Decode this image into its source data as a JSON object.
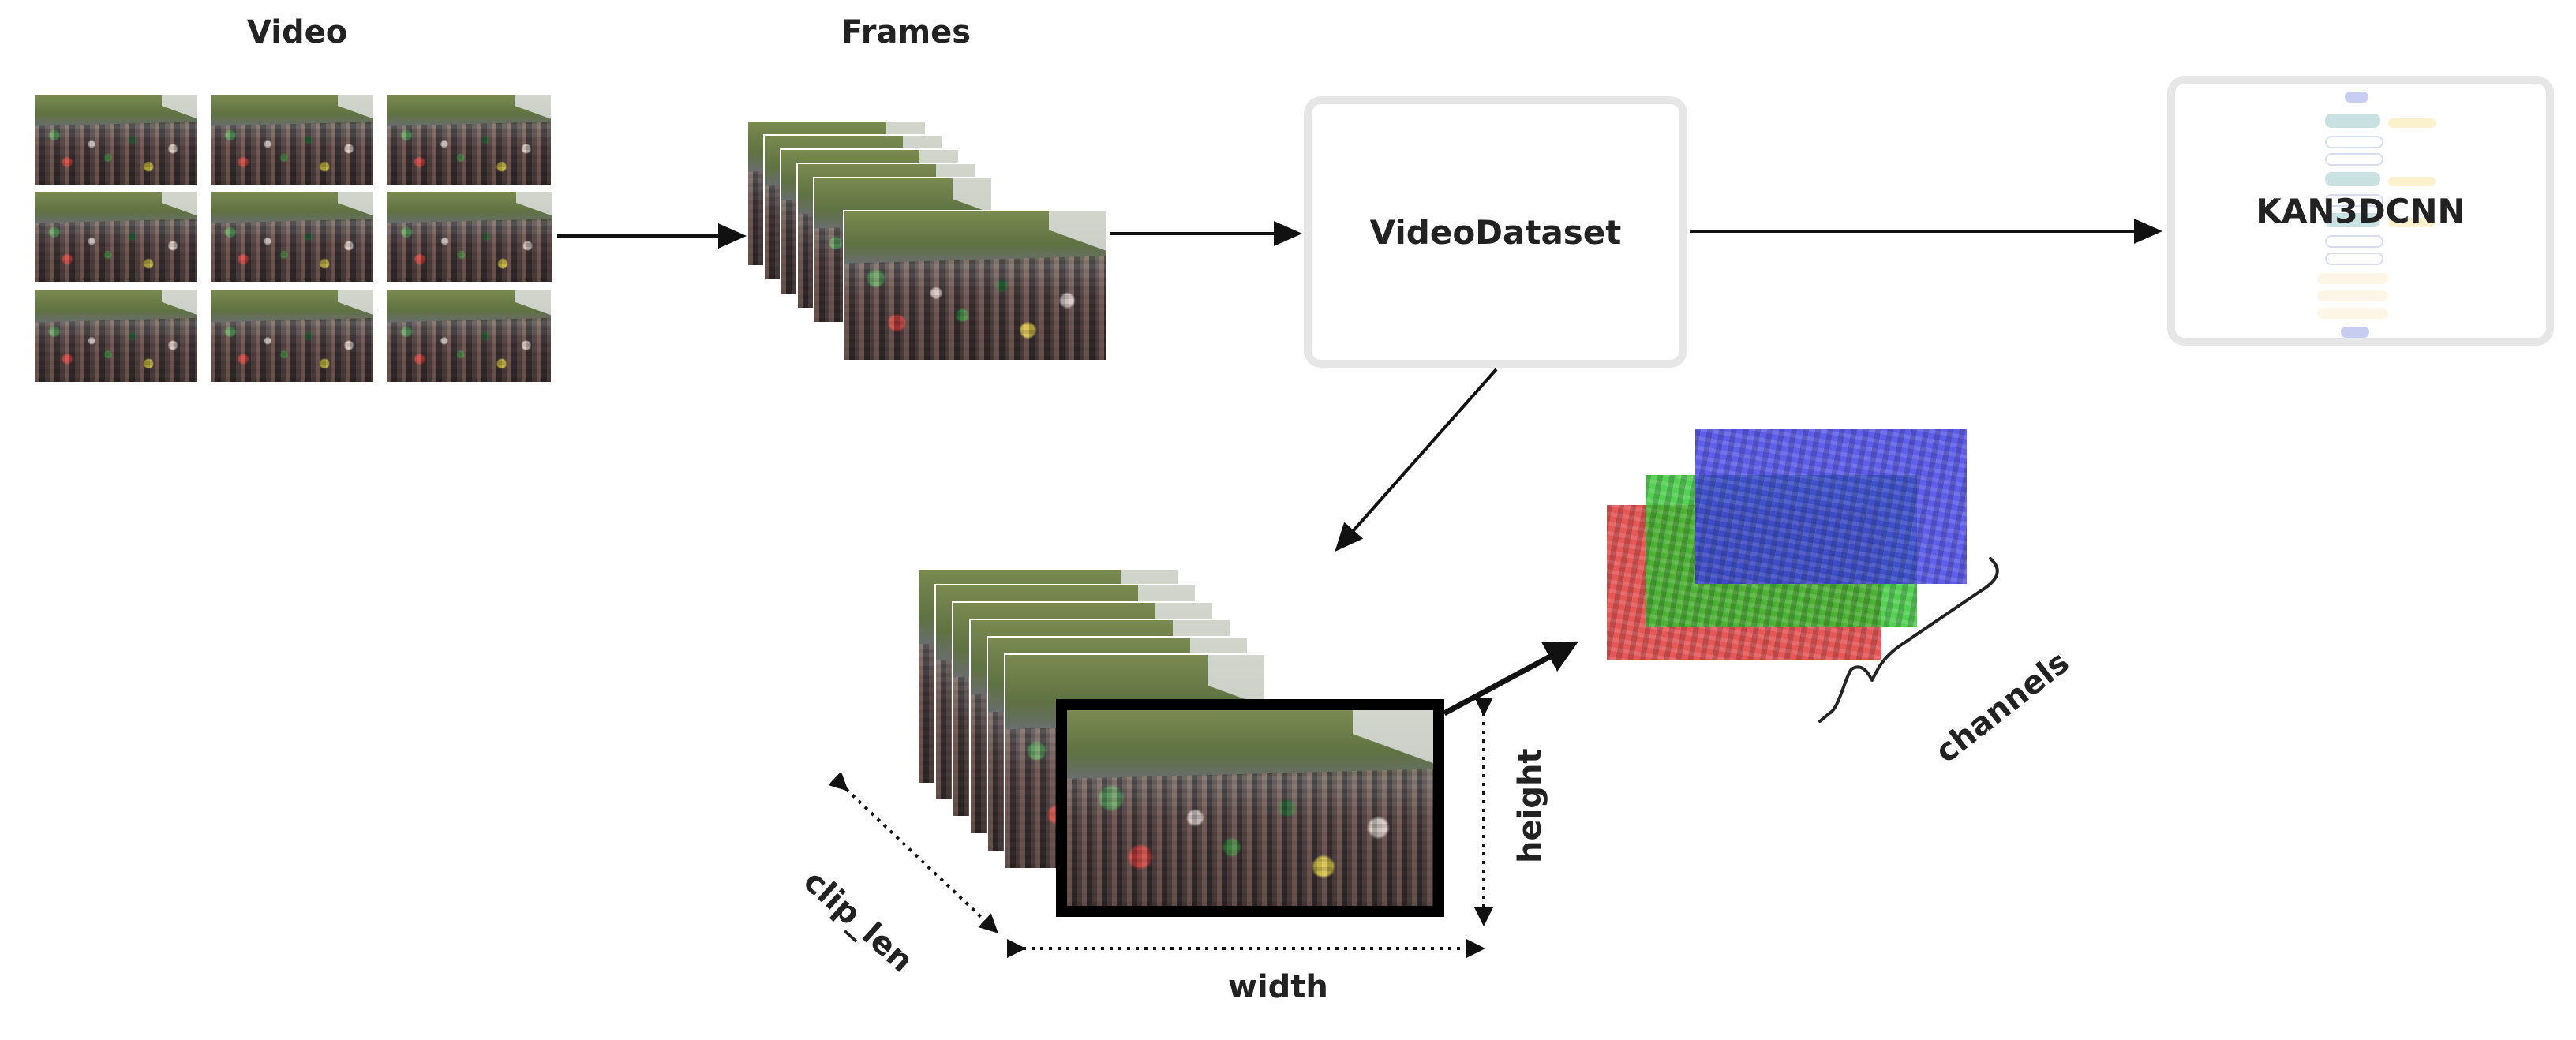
{
  "labels": {
    "video": "Video",
    "frames": "Frames",
    "video_dataset": "VideoDataset",
    "model": "KAN3DCNN",
    "clip_len": "clip_len",
    "width": "width",
    "height": "height",
    "channels": "channels"
  },
  "colors": {
    "arrow": "#111111",
    "box_border": "#e6e6e6",
    "red_channel": "#e23a3a",
    "green_channel": "#2fc62f",
    "blue_channel": "#3a3ae6"
  }
}
